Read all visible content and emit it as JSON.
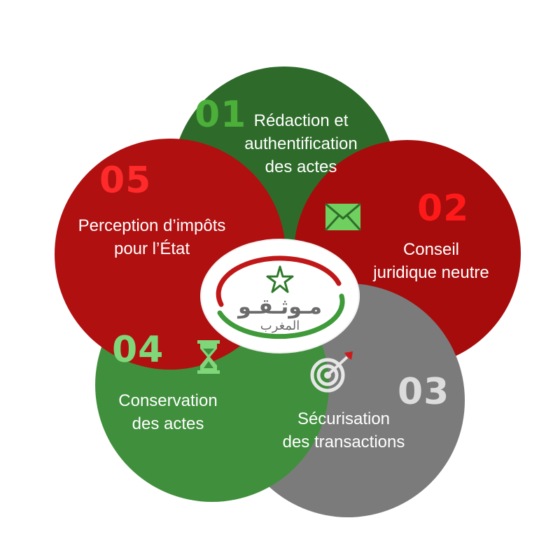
{
  "logo": {
    "line1": "مـوثـقـو",
    "line2": "المغرب"
  },
  "items": [
    {
      "number": "01",
      "label_lines": [
        "Rédaction et",
        "authentification",
        "des actes"
      ],
      "icon": "envelope-icon",
      "color": "#2e6b2a",
      "number_color": "#4caf3a"
    },
    {
      "number": "02",
      "label_lines": [
        "Conseil",
        "juridique neutre"
      ],
      "icon": "",
      "color": "#a60c0c",
      "number_color": "#ff1a1a"
    },
    {
      "number": "03",
      "label_lines": [
        "Sécurisation",
        "des transactions"
      ],
      "icon": "target-icon",
      "color": "#7b7b7b",
      "number_color": "#dcdcdc"
    },
    {
      "number": "04",
      "label_lines": [
        "Conservation",
        "des actes"
      ],
      "icon": "hourglass-icon",
      "color": "#3f8f3c",
      "number_color": "#7fd77a"
    },
    {
      "number": "05",
      "label_lines": [
        "Perception d’impôts",
        "pour l’État"
      ],
      "icon": "",
      "color": "#b01010",
      "number_color": "#ff2a2a"
    }
  ]
}
